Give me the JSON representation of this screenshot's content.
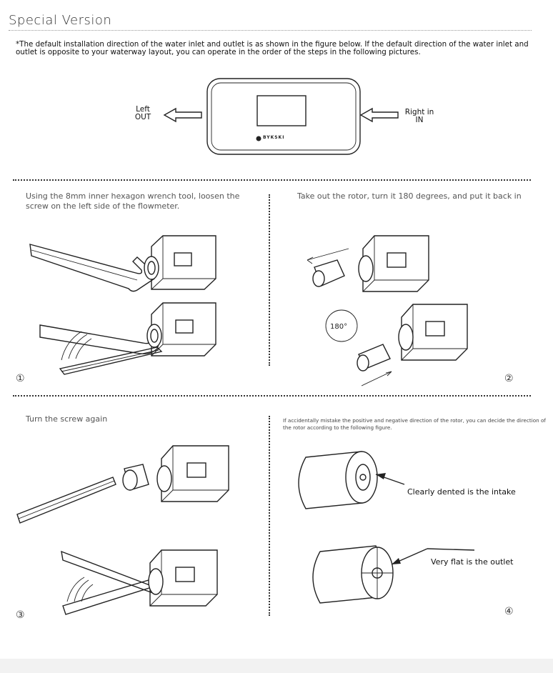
{
  "header": {
    "title": "Special Version",
    "note": "*The default installation direction of the water inlet and outlet is as shown in the figure below. If the default direction of the water inlet and outlet is opposite to your waterway layout, you can operate in the order of the steps in the following pictures."
  },
  "top_figure": {
    "left_label_1": "Left",
    "left_label_2": "OUT",
    "right_label_1": "Right in",
    "right_label_2": "IN",
    "brand": "BYKSKI"
  },
  "steps": [
    {
      "number": "①",
      "text": "Using the 8mm inner hexagon wrench tool, loosen the screw on the left side of the flowmeter."
    },
    {
      "number": "②",
      "text": "Take out the rotor, turn it 180 degrees, and put it back in",
      "rotation_label": "180°"
    },
    {
      "number": "③",
      "text": "Turn the screw again"
    },
    {
      "number": "④",
      "text": "If accidentally mistake the positive and negative direction of the rotor, you can decide the direction of the rotor according to the following figure.",
      "callout_intake": "Clearly dented is the intake",
      "callout_outlet": "Very flat is the outlet"
    }
  ]
}
